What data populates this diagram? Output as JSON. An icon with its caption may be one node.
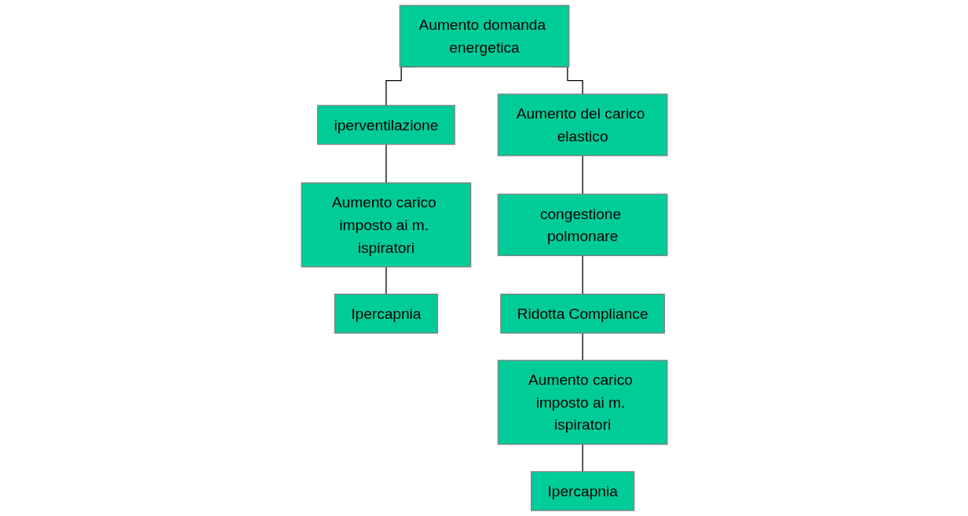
{
  "diagram": {
    "nodes": [
      {
        "text": [
          "Aumento domanda energetica"
        ]
      },
      {
        "text": [
          "iperventilazione"
        ]
      },
      {
        "text": [
          "Aumento del carico elastico"
        ]
      },
      {
        "text": [
          "Aumento carico imposto ai m. ispiratori"
        ]
      },
      {
        "text": [
          "congestione polmonare"
        ]
      },
      {
        "text": [
          "Ipercapnia"
        ]
      },
      {
        "text": [
          "Ridotta Compliance"
        ]
      },
      {
        "text": [
          "Aumento carico imposto ai m. ispiratori"
        ]
      },
      {
        "text": [
          "Ipercapnia"
        ]
      }
    ],
    "edges": [
      {
        "from": 0,
        "to": 1,
        "arrow": "none"
      },
      {
        "from": 0,
        "to": 2,
        "arrow": "none"
      },
      {
        "from": 1,
        "to": 3,
        "arrow": "none"
      },
      {
        "from": 3,
        "to": 5,
        "arrow": "none"
      },
      {
        "from": 2,
        "to": 4,
        "arrow": "none"
      },
      {
        "from": 4,
        "to": 6,
        "arrow": "none"
      },
      {
        "from": 6,
        "to": 7,
        "arrow": "none"
      },
      {
        "from": 7,
        "to": 8,
        "arrow": "none"
      }
    ]
  }
}
